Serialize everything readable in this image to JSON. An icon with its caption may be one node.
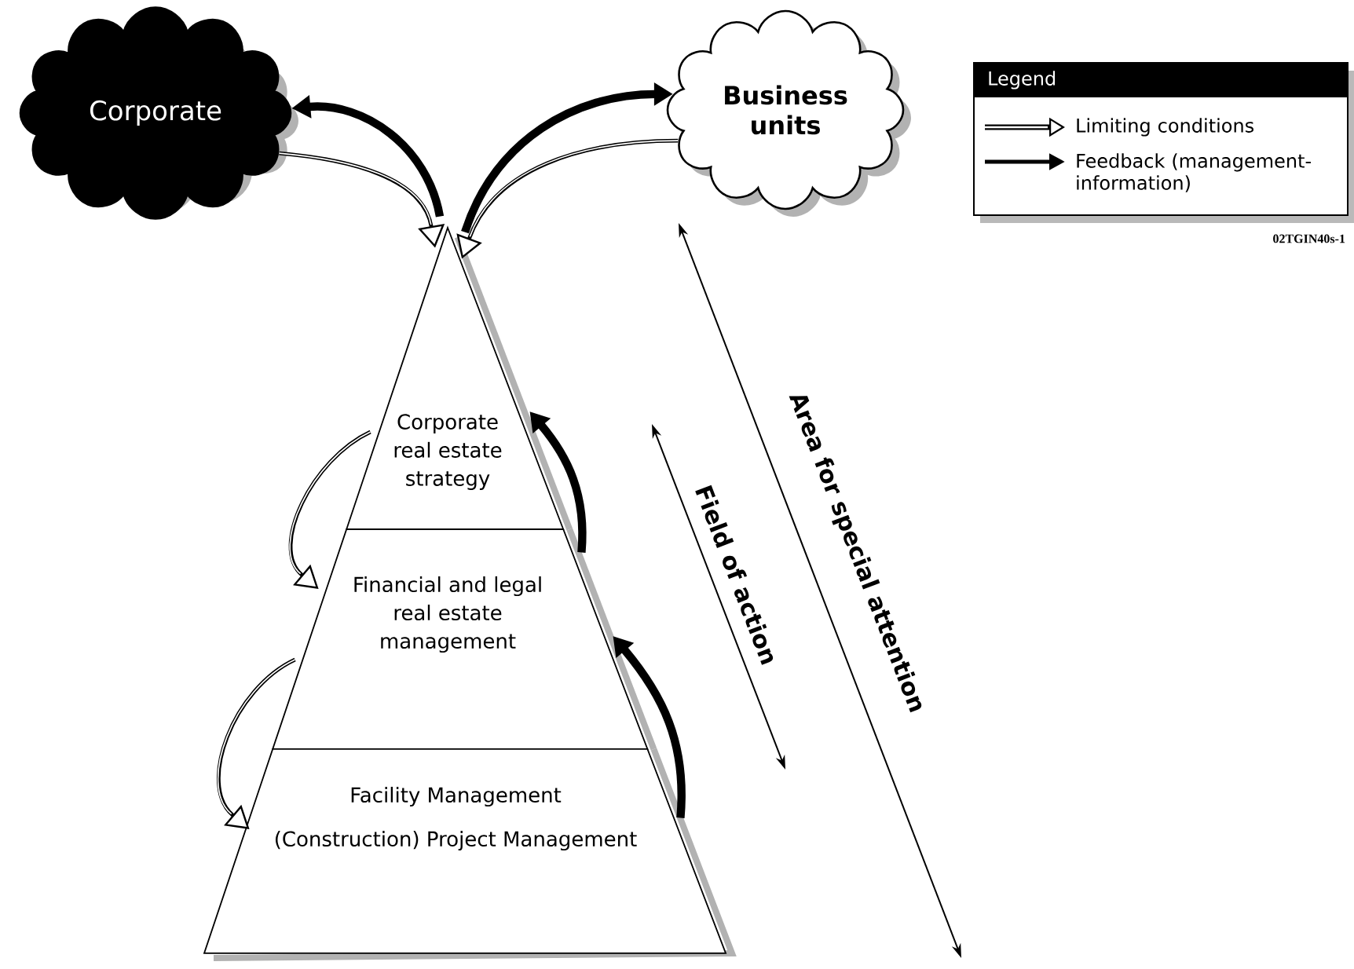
{
  "diagram": {
    "nodes": [
      {
        "text": [
          "Corporate"
        ]
      },
      {
        "text": [
          "Business units"
        ]
      },
      {
        "text": [
          "Corporate real estate strategy"
        ]
      },
      {
        "text": [
          "Financial and legal real estate management"
        ]
      },
      {
        "text": [
          "Facility Management",
          "(Construction) Project Management"
        ]
      }
    ],
    "edges": [
      {
        "from": 2,
        "to": 0,
        "arrow": "to",
        "style": "thick"
      },
      {
        "from": 0,
        "to": 2,
        "arrow": "to"
      },
      {
        "from": 2,
        "to": 1,
        "arrow": "to",
        "style": "thick"
      },
      {
        "from": 1,
        "to": 2,
        "arrow": "to"
      },
      {
        "from": 2,
        "to": 3,
        "arrow": "to"
      },
      {
        "from": 3,
        "to": 4,
        "arrow": "to"
      },
      {
        "from": 4,
        "to": 3,
        "arrow": "to",
        "style": "thick"
      },
      {
        "from": 3,
        "to": 2,
        "arrow": "to",
        "style": "thick"
      }
    ],
    "labels": [
      "Legend",
      "02TGIN40s-1",
      "Field of action",
      "Area for special attention"
    ],
    "legend": [
      {
        "text": "Limiting conditions"
      },
      {
        "text": "Feedback (management-information)"
      }
    ]
  }
}
